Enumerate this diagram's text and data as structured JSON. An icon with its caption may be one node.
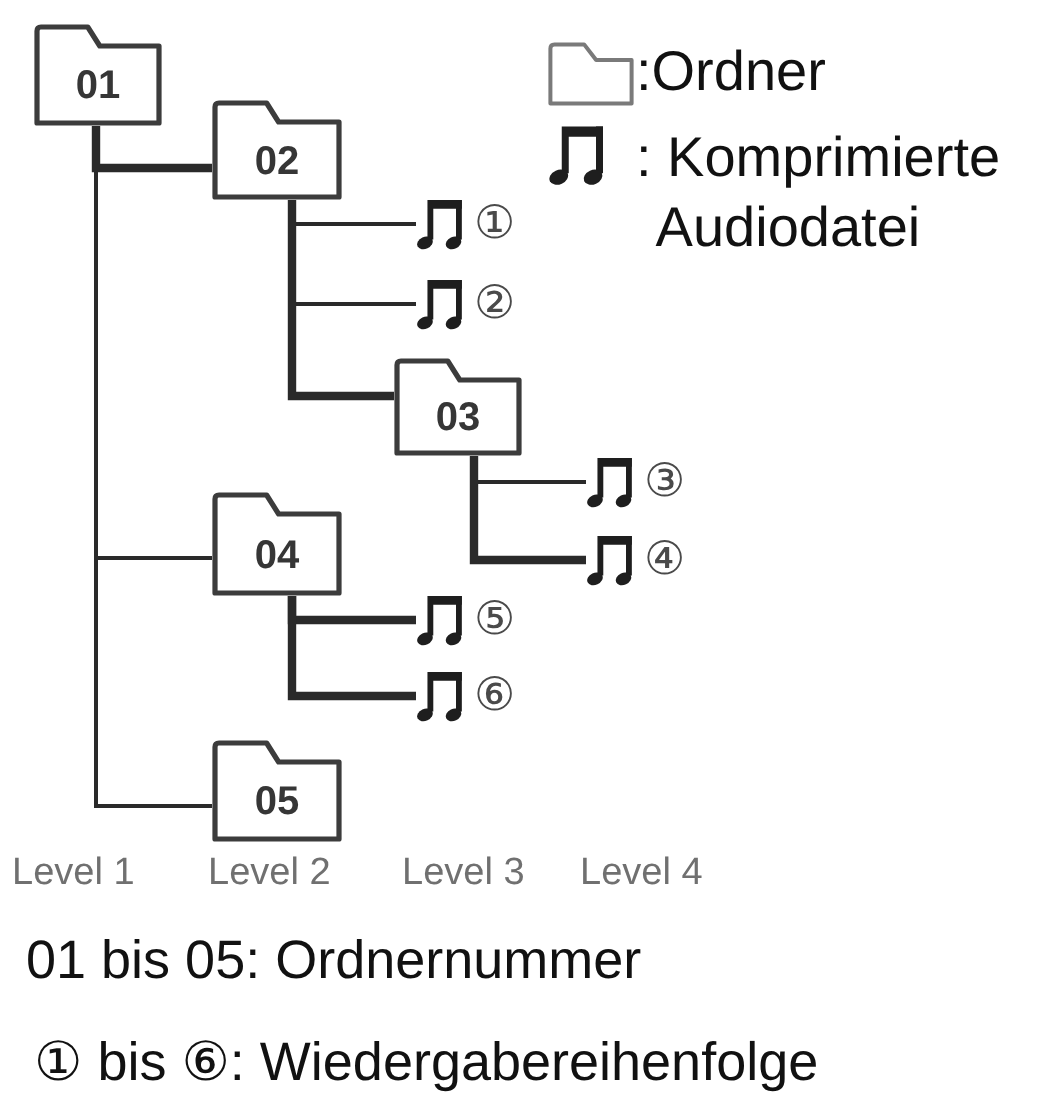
{
  "diagram": {
    "nodes": [
      {
        "text": [
          "01"
        ]
      },
      {
        "text": [
          "02"
        ]
      },
      {
        "text": [
          "①"
        ]
      },
      {
        "text": [
          "②"
        ]
      },
      {
        "text": [
          "03"
        ]
      },
      {
        "text": [
          "③"
        ]
      },
      {
        "text": [
          "④"
        ]
      },
      {
        "text": [
          "04"
        ]
      },
      {
        "text": [
          "⑤"
        ]
      },
      {
        "text": [
          "⑥"
        ]
      },
      {
        "text": [
          "05"
        ]
      }
    ],
    "edges": [
      {
        "from": 0,
        "to": 1,
        "arrow": "none",
        "style": "thick"
      },
      {
        "from": 1,
        "to": 2,
        "arrow": "none"
      },
      {
        "from": 1,
        "to": 3,
        "arrow": "none"
      },
      {
        "from": 1,
        "to": 4,
        "arrow": "none",
        "style": "thick"
      },
      {
        "from": 4,
        "to": 5,
        "arrow": "none"
      },
      {
        "from": 4,
        "to": 6,
        "arrow": "none",
        "style": "thick"
      },
      {
        "from": 0,
        "to": 7,
        "arrow": "none"
      },
      {
        "from": 7,
        "to": 8,
        "arrow": "none",
        "style": "thick"
      },
      {
        "from": 7,
        "to": 9,
        "arrow": "none",
        "style": "thick"
      },
      {
        "from": 0,
        "to": 10,
        "arrow": "none"
      }
    ],
    "labels": [
      "Level 1",
      "Level 2",
      "Level 3",
      "Level 4",
      "01 bis 05: Ordnernummer",
      "① bis ⑥: Wiedergabereihenfolge"
    ],
    "legend": [
      {
        "text": ":Ordner"
      },
      {
        "text": ": Komprimierte Audiodatei"
      }
    ]
  }
}
